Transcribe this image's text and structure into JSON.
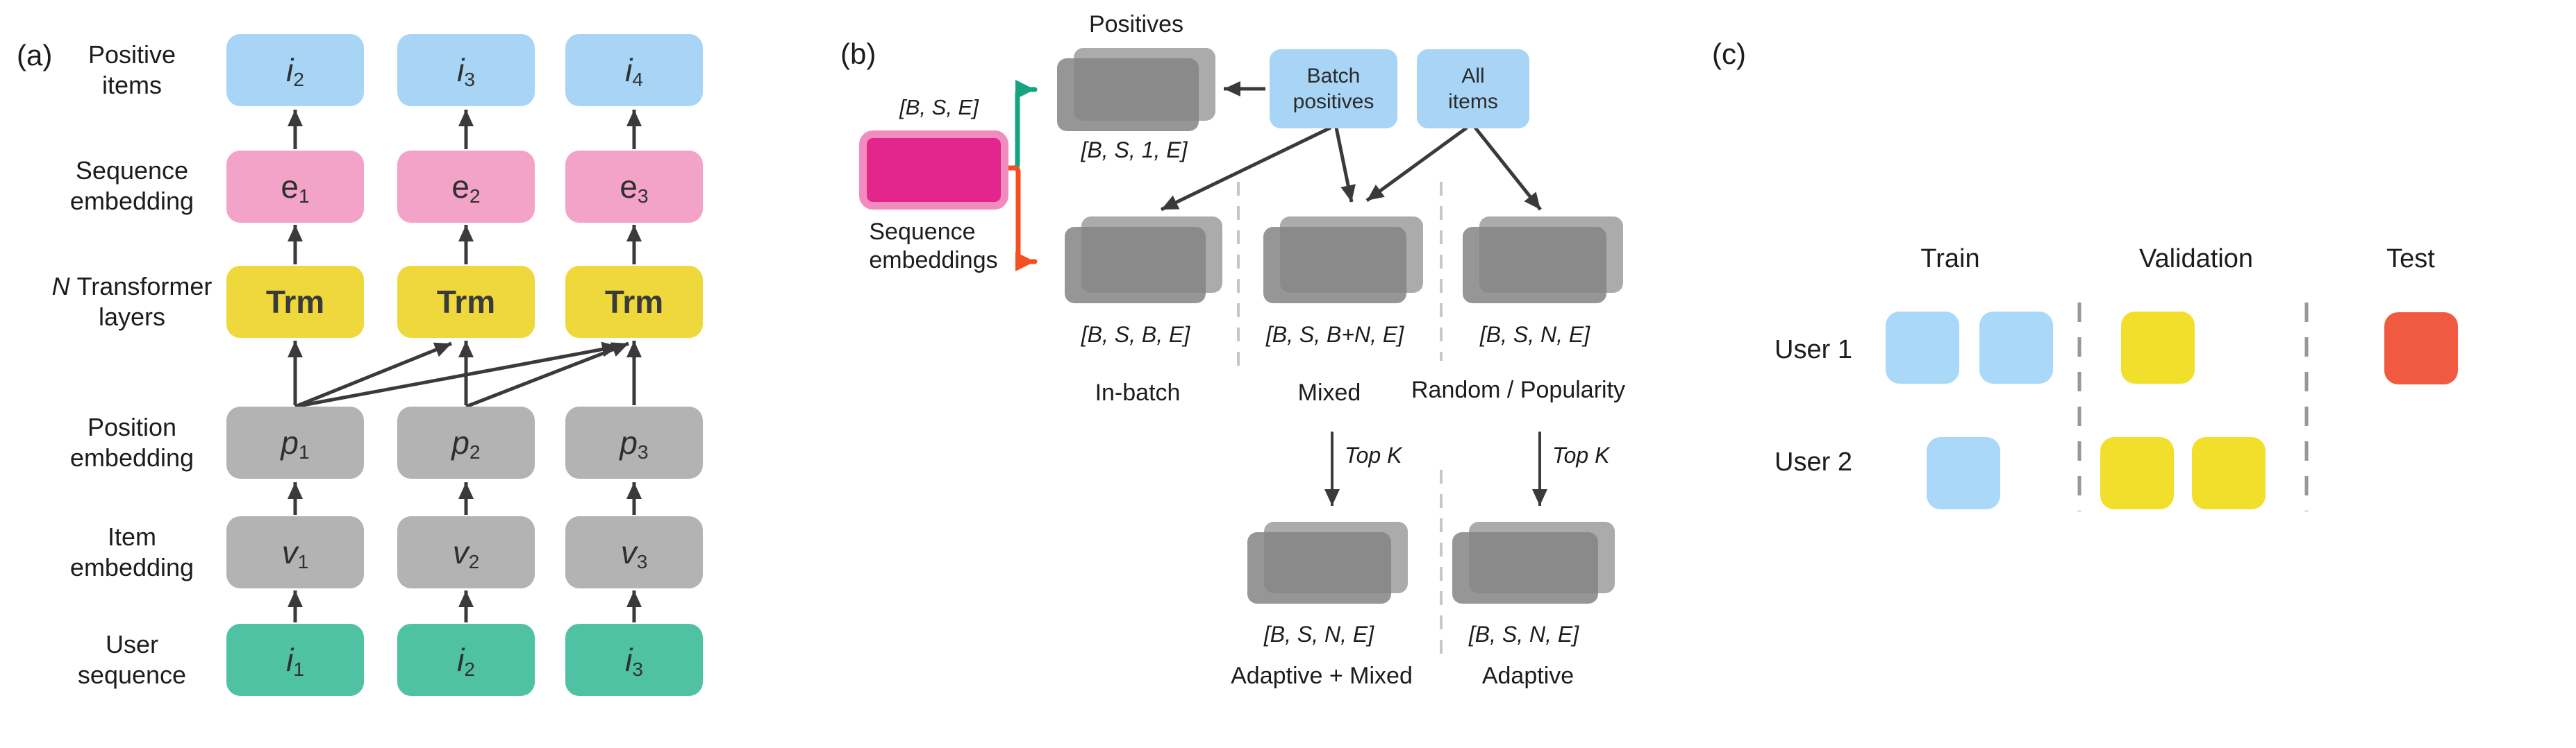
{
  "colors": {
    "text": "#1c1c1c",
    "blue": "#A8D4F5",
    "pink": "#F3A3C7",
    "yellow": "#EFD83B",
    "gray": "#B3B3B3",
    "teal": "#4FC2A4",
    "magenta": "#E2268B",
    "magenta-border": "#F18CBE",
    "stack-back": "#ABABAB",
    "stack-front": "rgba(132,132,132,0.85)",
    "panel-blue": "#A8D4F5",
    "c-blue": "#AAD8F8",
    "c-yellow": "#F2DF2C",
    "c-red": "#F05A41",
    "arrow": "#3A3A3A",
    "green": "#16A382",
    "orange": "#F64E1E",
    "dash-b": "#C6C6C6",
    "dash-c": "#979797"
  },
  "a": {
    "tag": "(a)",
    "rows": [
      {
        "line1": "Positive",
        "line2": "items"
      },
      {
        "line1": "Sequence",
        "line2": "embedding"
      },
      {
        "pre": "N ",
        "line1": "Transformer",
        "line2": "layers"
      },
      {
        "line1": "Position",
        "line2": "embedding"
      },
      {
        "line1": "Item",
        "line2": "embedding"
      },
      {
        "line1": "User",
        "line2": "sequence"
      }
    ],
    "boxes": {
      "positive": [
        {
          "t": "i",
          "s": "2"
        },
        {
          "t": "i",
          "s": "3"
        },
        {
          "t": "i",
          "s": "4"
        }
      ],
      "sequence": [
        {
          "t": "e",
          "s": "1"
        },
        {
          "t": "e",
          "s": "2"
        },
        {
          "t": "e",
          "s": "3"
        }
      ],
      "trm": [
        "Trm",
        "Trm",
        "Trm"
      ],
      "position": [
        {
          "t": "p",
          "s": "1"
        },
        {
          "t": "p",
          "s": "2"
        },
        {
          "t": "p",
          "s": "3"
        }
      ],
      "item": [
        {
          "t": "v",
          "s": "1"
        },
        {
          "t": "v",
          "s": "2"
        },
        {
          "t": "v",
          "s": "3"
        }
      ],
      "user": [
        {
          "t": "i",
          "s": "1"
        },
        {
          "t": "i",
          "s": "2"
        },
        {
          "t": "i",
          "s": "3"
        }
      ]
    }
  },
  "b": {
    "tag": "(b)",
    "positives_label": "Positives",
    "positives_dim": "[B, S, 1, E]",
    "seq_dim": "[B, S, E]",
    "seq_label": {
      "line1": "Sequence",
      "line2": "embeddings"
    },
    "batch_positives": {
      "line1": "Batch",
      "line2": "positives"
    },
    "all_items": {
      "line1": "All",
      "line2": "items"
    },
    "columns": [
      {
        "dim": "[B, S, B, E]",
        "name": "In-batch"
      },
      {
        "dim": "[B, S, B+N, E]",
        "name": "Mixed"
      },
      {
        "dim": "[B, S, N, E]",
        "name": "Random / Popularity"
      }
    ],
    "topk": "Top K",
    "adaptive_columns": [
      {
        "dim": "[B, S, N, E]",
        "name": "Adaptive + Mixed"
      },
      {
        "dim": "[B, S, N, E]",
        "name": "Adaptive"
      }
    ]
  },
  "c": {
    "tag": "(c)",
    "headers": [
      "Train",
      "Validation",
      "Test"
    ],
    "users": [
      "User 1",
      "User 2"
    ]
  }
}
